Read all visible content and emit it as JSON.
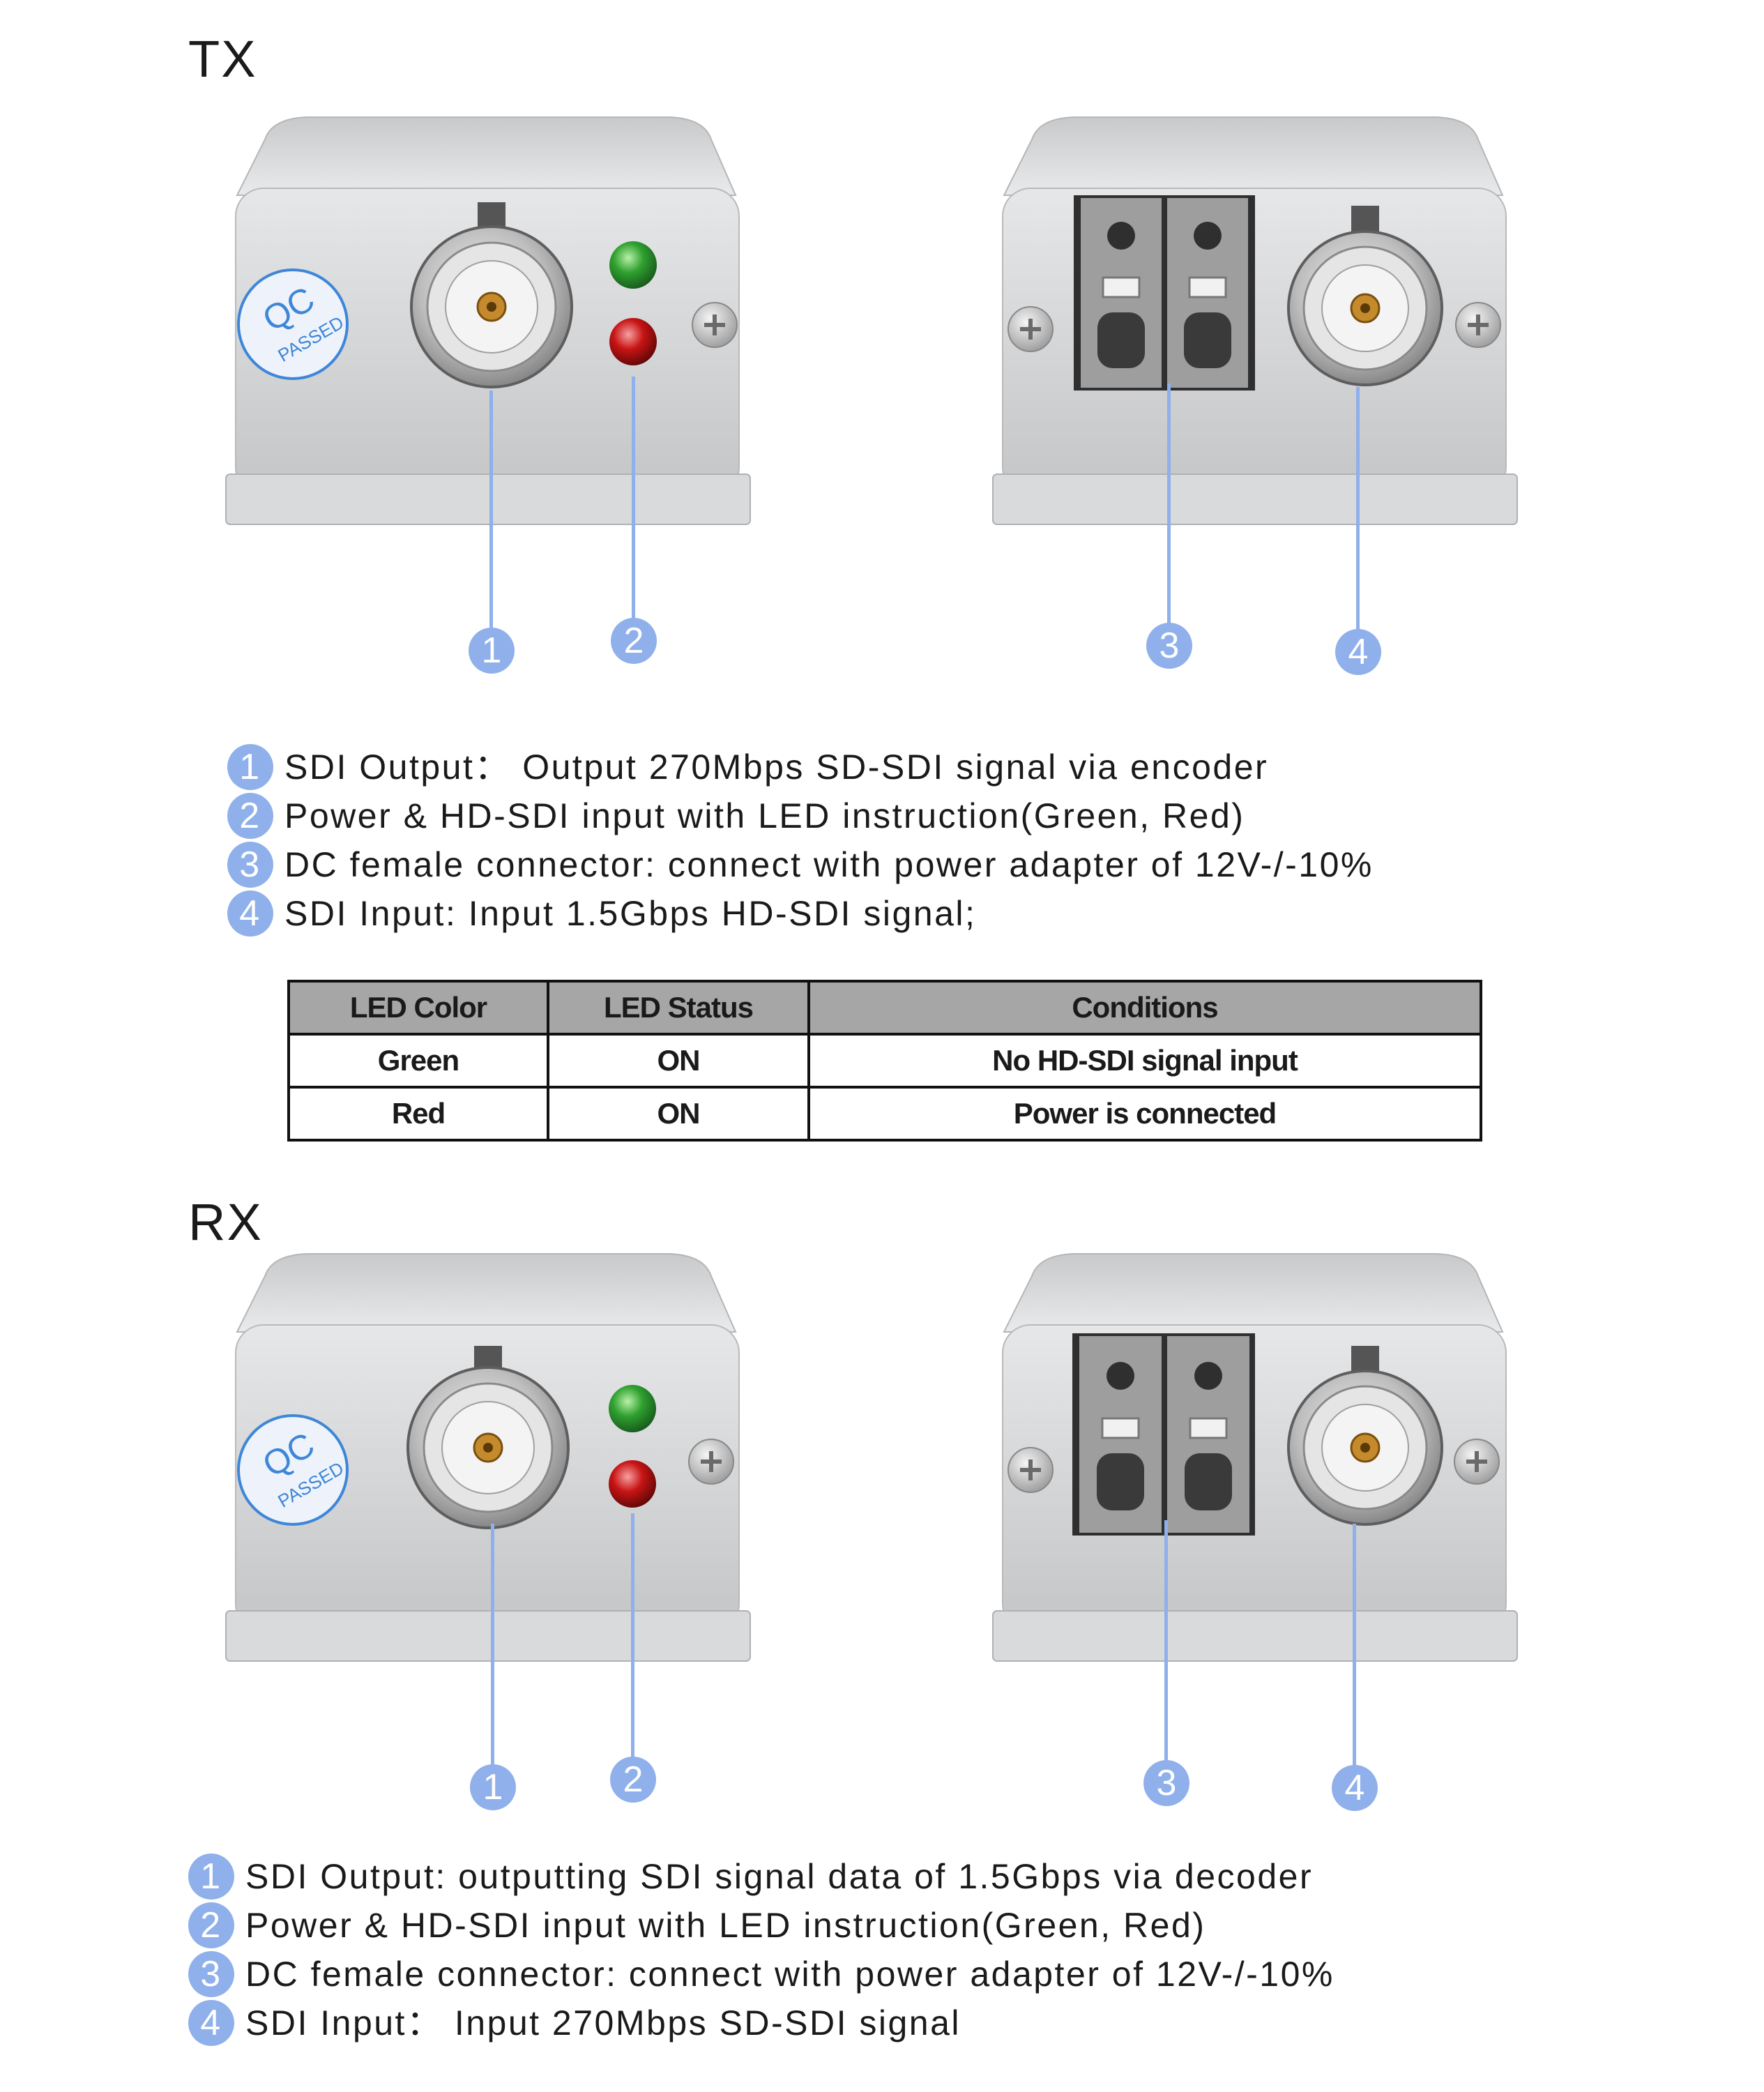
{
  "tx": {
    "title": "TX",
    "callouts": [
      "1",
      "2",
      "3",
      "4"
    ],
    "descriptions": [
      {
        "num": "1",
        "text": "SDI Output： Output 270Mbps SD-SDI signal via encoder"
      },
      {
        "num": "2",
        "text": "Power & HD-SDI input with LED instruction(Green, Red)"
      },
      {
        "num": "3",
        "text": "DC female connector: connect with power adapter of 12V-/-10%"
      },
      {
        "num": "4",
        "text": "SDI Input: Input 1.5Gbps HD-SDI signal;"
      }
    ],
    "sticker": {
      "line1": "QC",
      "line2": "PASSED"
    }
  },
  "led_table": {
    "headers": [
      "LED Color",
      "LED  Status",
      "Conditions"
    ],
    "rows": [
      [
        "Green",
        "ON",
        "No HD-SDI signal input"
      ],
      [
        "Red",
        "ON",
        "Power is connected"
      ]
    ]
  },
  "rx": {
    "title": "RX",
    "callouts": [
      "1",
      "2",
      "3",
      "4"
    ],
    "descriptions": [
      {
        "num": "1",
        "text": "SDI  Output: outputting SDI signal data of 1.5Gbps via decoder"
      },
      {
        "num": "2",
        "text": "Power & HD-SDI input with LED instruction(Green, Red)"
      },
      {
        "num": "3",
        "text": "DC female connector: connect with power adapter of 12V-/-10%"
      },
      {
        "num": "4",
        "text": "SDI Input： Input 270Mbps SD-SDI signal"
      }
    ],
    "sticker": {
      "line1": "QC",
      "line2": "PASSED"
    }
  },
  "colors": {
    "callout": "#8fb0ea",
    "sticker_text": "#3e86d8",
    "led_green": "#2fa12f",
    "led_red": "#c81414",
    "housing": "#d2d2d4",
    "table_header": "#a6a6a6"
  },
  "icons": [
    "bnc-connector-icon",
    "led-green-icon",
    "led-red-icon",
    "screw-icon",
    "terminal-block-icon",
    "qc-sticker-icon"
  ]
}
